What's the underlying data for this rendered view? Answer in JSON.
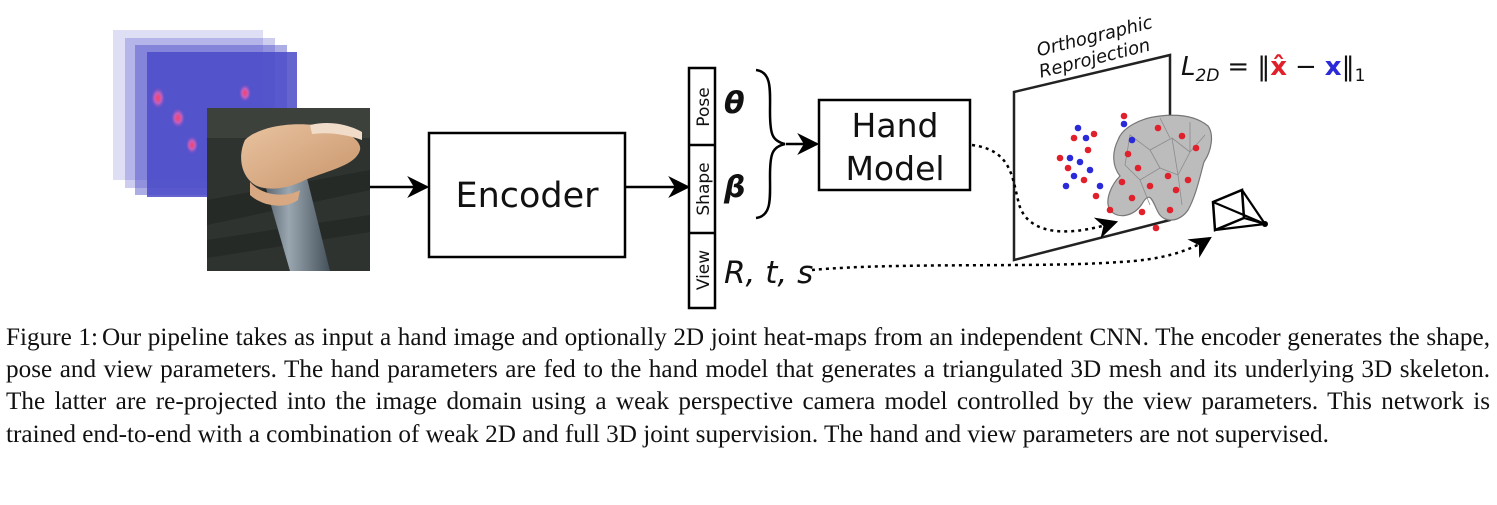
{
  "figure": {
    "encoder_label": "Encoder",
    "hand_model_label": [
      "Hand",
      "Model"
    ],
    "param_labels": {
      "pose": "Pose",
      "shape": "Shape",
      "view": "View"
    },
    "math": {
      "theta": "θ",
      "beta": "β",
      "view_params": "R, t, s"
    },
    "reprojection_label": [
      "Orthographic",
      "Reprojection"
    ],
    "loss": {
      "lhs": "L",
      "lhs_sub": "2D",
      "equals": "=",
      "open_norm": "‖",
      "xhat": "x̂",
      "minus": "−",
      "x": "x",
      "close_norm": "‖",
      "norm_sub": "1"
    },
    "colors": {
      "xhat": "#e0202a",
      "x": "#2a2ad8",
      "heatmap": "#4a4ac8",
      "mesh": "#b8b8b8"
    }
  },
  "caption": {
    "label": "Figure 1:",
    "text": "Our pipeline takes as input a hand image and optionally 2D joint heat-maps from an independent CNN. The encoder generates the shape, pose and view parameters. The hand parameters are fed to the hand model that generates a triangulated 3D mesh and its underlying 3D skeleton. The latter are re-projected into the image domain using a weak perspective camera model controlled by the view parameters. This network is trained end-to-end with a combination of weak 2D and full 3D joint supervision. The hand and view parameters are not supervised."
  }
}
